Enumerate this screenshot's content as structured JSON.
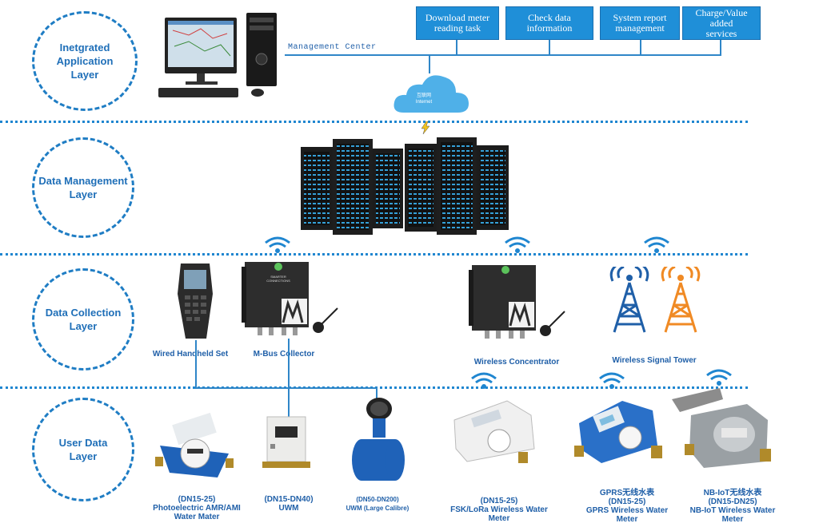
{
  "layers": [
    {
      "line1": "Inetgrated Application",
      "line2": "Layer"
    },
    {
      "line1": "Data Management",
      "line2": "Layer"
    },
    {
      "line1": "Data Collection",
      "line2": "Layer"
    },
    {
      "line1": "User Data",
      "line2": "Layer"
    }
  ],
  "app_boxes": [
    {
      "line1": "Download meter",
      "line2": "reading task"
    },
    {
      "line1": "Check data",
      "line2": "information"
    },
    {
      "line1": "System report",
      "line2": "management"
    },
    {
      "line1": "Charge/Value added",
      "line2": "services"
    }
  ],
  "management_center": "Management Center",
  "cloud": {
    "line1": "互联网",
    "line2": "Internet"
  },
  "collection": {
    "handheld": "Wired Handheld Set",
    "mbus": "M-Bus Collector",
    "concentrator": "Wireless Concentrator",
    "tower": "Wireless Signal Tower",
    "device_brand": "SMARTER CONNECTIONS",
    "device_badge": "MA"
  },
  "meters": [
    {
      "line1": "(DN15-25)",
      "line2": "Photoelectric  AMR/AMI",
      "line3": "Water Mater"
    },
    {
      "line1": "(DN15-DN40)",
      "line2": "UWM",
      "line3": ""
    },
    {
      "line1": "(DN50-DN200)",
      "line2": "UWM (Large Calibre)",
      "line3": ""
    },
    {
      "line1": "(DN15-25)",
      "line2": "FSK/LoRa Wireless Water",
      "line3": "Meter"
    },
    {
      "line1": "GPRS无线水表",
      "line2": "(DN15-25)",
      "line3": "GPRS Wireless Water",
      "line4": "Meter"
    },
    {
      "line1": "NB-IoT无线水表",
      "line2": "(DN15-DN25)",
      "line3": "NB-IoT Wireless Water",
      "line4": "Meter"
    }
  ],
  "colors": {
    "blue": "#1f7dc4",
    "box": "#1f8fd8",
    "tower_blue": "#1f5fa8",
    "tower_orange": "#f08a24"
  }
}
